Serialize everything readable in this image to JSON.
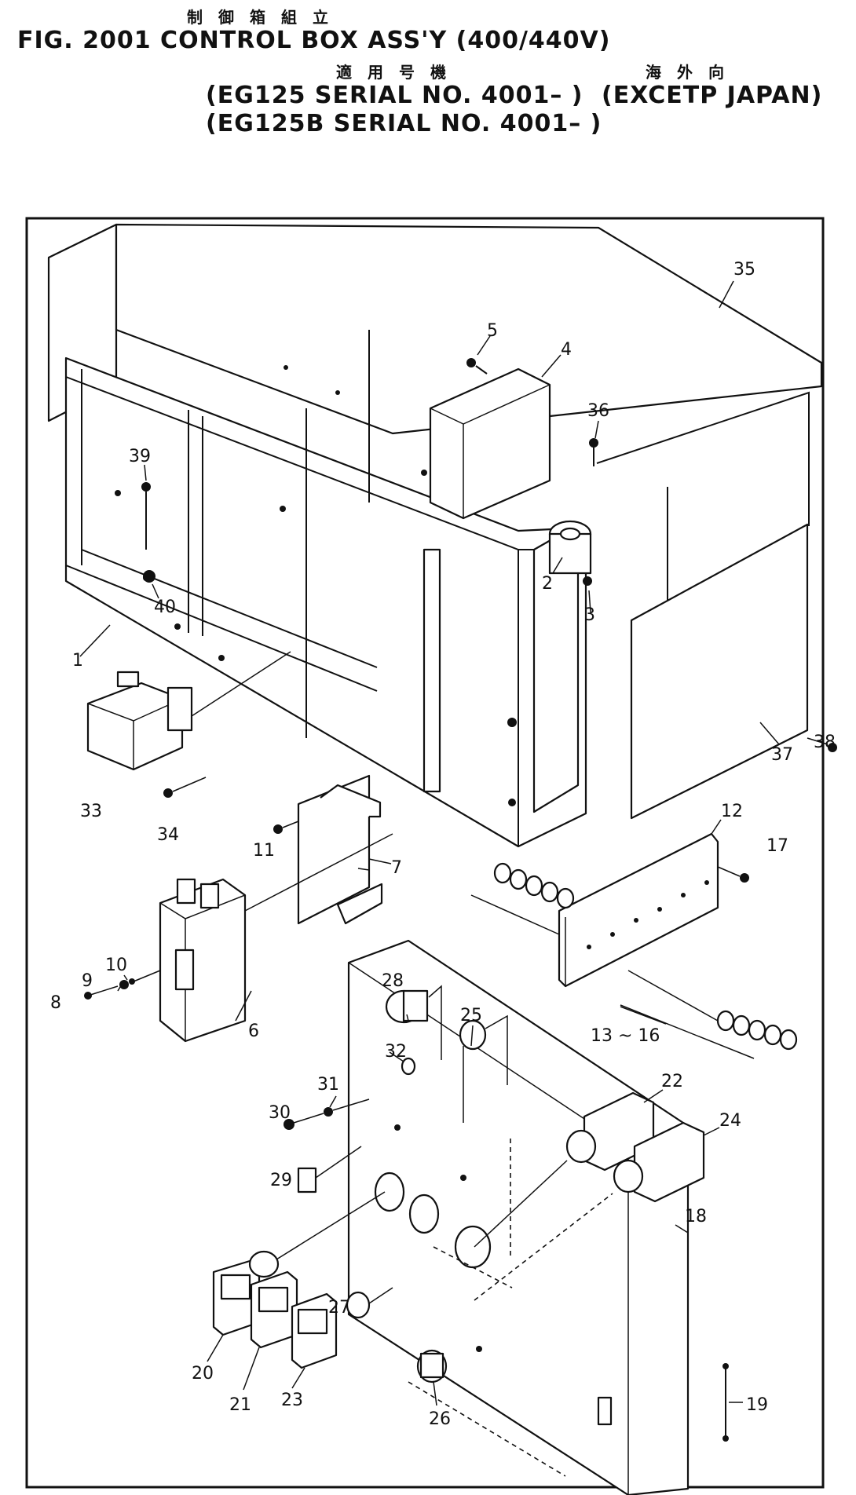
{
  "header": {
    "jp_title": "制御箱組立",
    "fig_title": "FIG. 2001   CONTROL BOX ASS'Y (400/440V)",
    "jp_applicable": "適用号機",
    "jp_overseas": "海外向",
    "serial_line_1": "(EG125   SERIAL NO. 4001– )",
    "overseas_note": "(EXCETP JAPAN)",
    "serial_line_2": "(EG125B SERIAL NO. 4001– )"
  },
  "callouts": [
    "1",
    "2",
    "3",
    "4",
    "5",
    "6",
    "7",
    "8",
    "9",
    "10",
    "11",
    "12",
    "13 ~ 16",
    "17",
    "18",
    "19",
    "20",
    "21",
    "22",
    "23",
    "24",
    "25",
    "26",
    "27",
    "28",
    "29",
    "30",
    "31",
    "32",
    "33",
    "34",
    "35",
    "36",
    "37",
    "38",
    "39",
    "40"
  ]
}
